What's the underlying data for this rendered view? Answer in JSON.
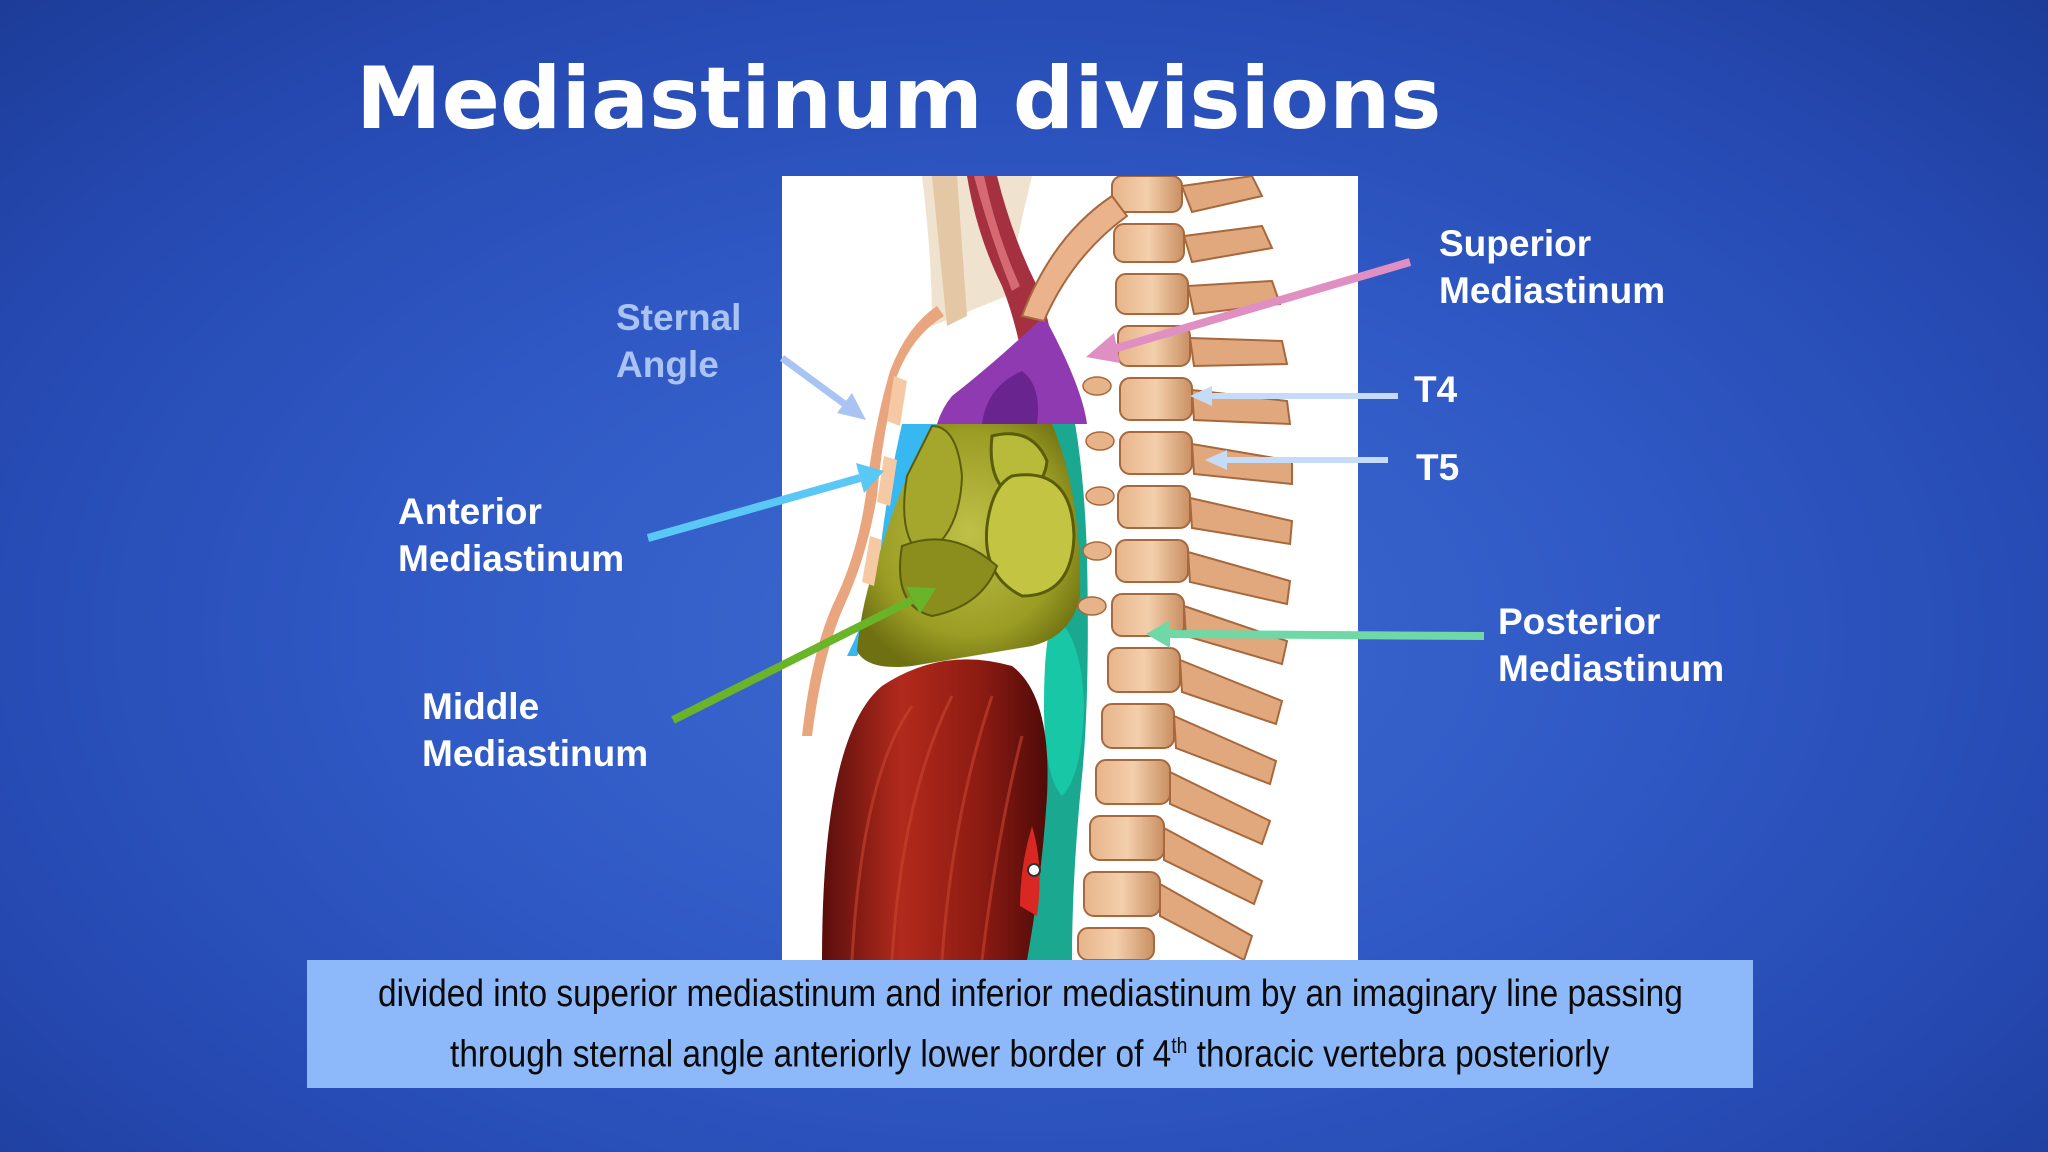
{
  "slide": {
    "title": "Mediastinum divisions"
  },
  "labels": {
    "superior": {
      "line1": "Superior",
      "line2": "Mediastinum"
    },
    "sternal_angle": {
      "line1": "Sternal",
      "line2": "Angle"
    },
    "t4": "T4",
    "t5": "T5",
    "anterior": {
      "line1": "Anterior",
      "line2": "Mediastinum"
    },
    "middle": {
      "line1": "Middle",
      "line2": "Mediastinum"
    },
    "posterior": {
      "line1": "Posterior",
      "line2": "Mediastinum"
    }
  },
  "caption": {
    "line1": "divided into superior mediastinum and inferior mediastinum by an imaginary line passing",
    "line2_before": "through sternal angle anteriorly  lower border  of 4",
    "line2_sup": "th",
    "line2_after": " thoracic vertebra posteriorly"
  },
  "colors": {
    "background": "#2f58c4",
    "superior_arrow": "#e08fc3",
    "sternal_arrow": "#a9c4f2",
    "anterior_arrow": "#5ac8f5",
    "middle_arrow": "#6ab42a",
    "posterior_arrow": "#6fd8a6",
    "vertebra_arrow": "#c6dbf7",
    "caption_box": "#8db8fa"
  }
}
